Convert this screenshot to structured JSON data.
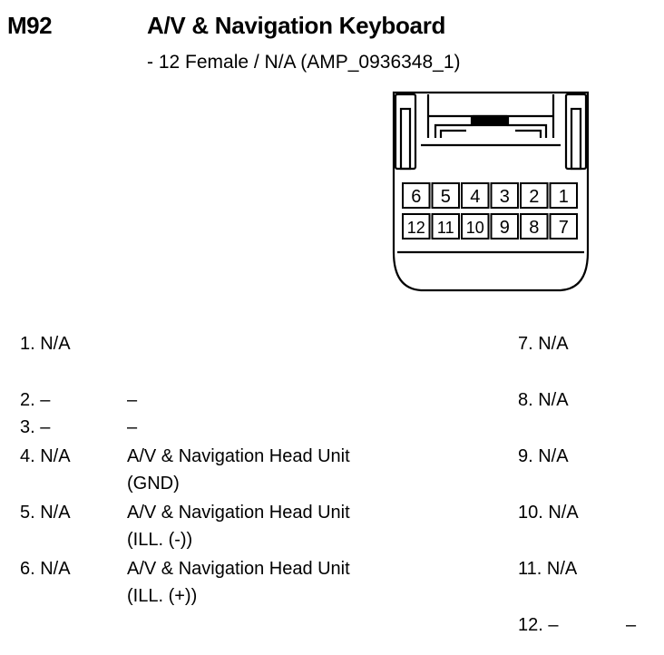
{
  "header": {
    "code": "M92",
    "title": "A/V & Navigation Keyboard",
    "subtitle": "- 12 Female / N/A (AMP_0936348_1)"
  },
  "connector": {
    "top_row_pins": [
      "6",
      "5",
      "4",
      "3",
      "2",
      "1"
    ],
    "bottom_row_pins": [
      "12",
      "11",
      "10",
      "9",
      "8",
      "7"
    ]
  },
  "left_pins": [
    {
      "num": "1. N/A",
      "desc": ""
    },
    {
      "num": "2. –",
      "desc": "–"
    },
    {
      "num": "3. –",
      "desc": "–"
    },
    {
      "num": "4. N/A",
      "desc": "A/V & Navigation Head Unit",
      "desc2": "(GND)"
    },
    {
      "num": "5. N/A",
      "desc": "A/V & Navigation Head Unit",
      "desc2": "(ILL. (-))"
    },
    {
      "num": "6. N/A",
      "desc": "A/V & Navigation Head Unit",
      "desc2": "(ILL. (+))"
    }
  ],
  "right_pins": [
    {
      "num": "7. N/A",
      "desc": ""
    },
    {
      "num": "8. N/A",
      "desc": ""
    },
    {
      "num": "9. N/A",
      "desc": ""
    },
    {
      "num": "10. N/A",
      "desc": ""
    },
    {
      "num": "11. N/A",
      "desc": ""
    },
    {
      "num": "12. –",
      "desc": "–"
    }
  ]
}
